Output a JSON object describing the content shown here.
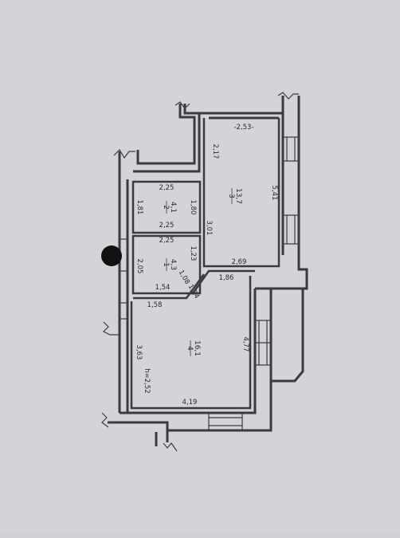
{
  "colors": {
    "paper": "#d3d4da",
    "wall": "#3a3a40",
    "text": "#2a2a2e",
    "marker": "#111111"
  },
  "rooms": [
    {
      "id": "1",
      "area": "4,3"
    },
    {
      "id": "2",
      "area": "4,1"
    },
    {
      "id": "3",
      "area": "13,7"
    },
    {
      "id": "4",
      "area": "16,1"
    }
  ],
  "dims": [
    "-2,53-",
    "2,17",
    "5,41",
    "2,25",
    "1,80",
    "1,81",
    "3,01",
    "2,25",
    "2,25",
    "1,23",
    "2,05",
    "2,69",
    "1,08",
    "1,54",
    "1,24",
    "1,86",
    "1,58",
    "4,77",
    "3,63",
    "4,19"
  ],
  "height_label": "h=2,52"
}
